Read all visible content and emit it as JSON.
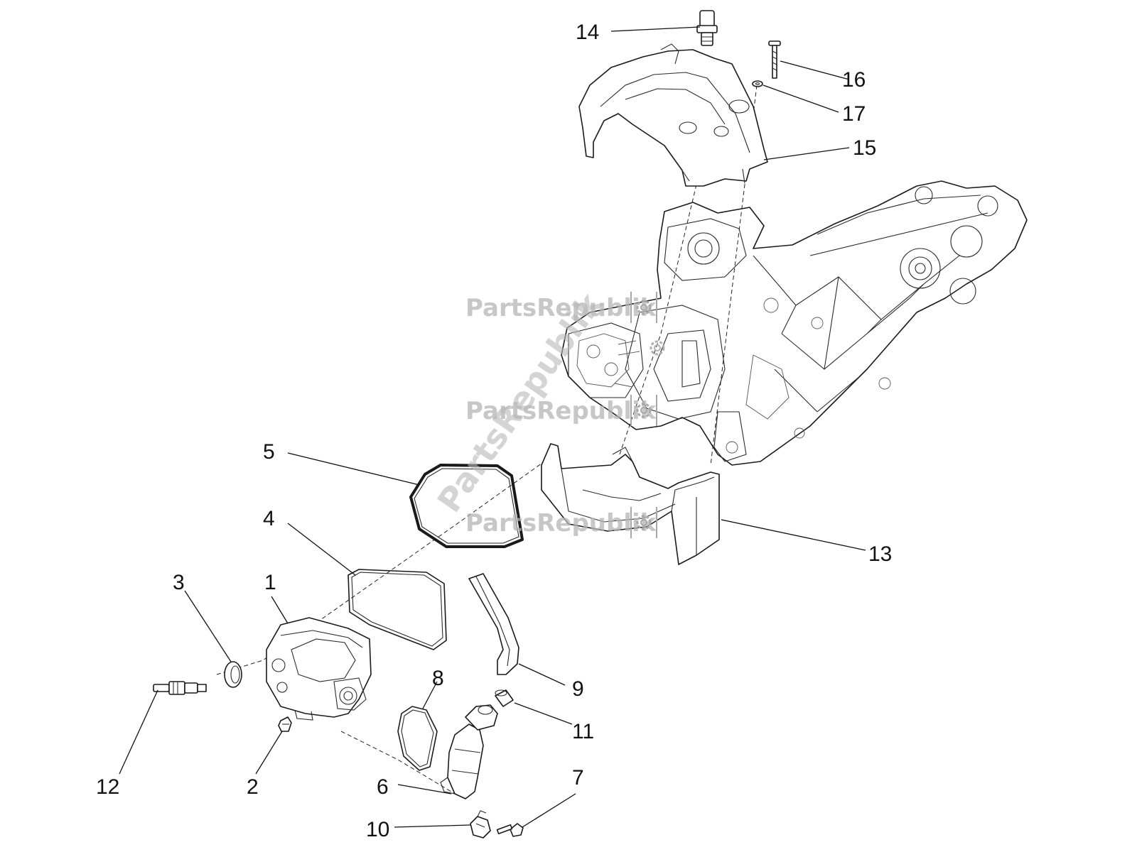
{
  "watermark": {
    "brand": "PartsRepublik",
    "diagonal": "PartsRepublik"
  },
  "callouts": [
    {
      "id": "c1",
      "label": "1"
    },
    {
      "id": "c2",
      "label": "2"
    },
    {
      "id": "c3",
      "label": "3"
    },
    {
      "id": "c4",
      "label": "4"
    },
    {
      "id": "c5",
      "label": "5"
    },
    {
      "id": "c6",
      "label": "6"
    },
    {
      "id": "c7",
      "label": "7"
    },
    {
      "id": "c8",
      "label": "8"
    },
    {
      "id": "c9",
      "label": "9"
    },
    {
      "id": "c10",
      "label": "10"
    },
    {
      "id": "c11",
      "label": "11"
    },
    {
      "id": "c12",
      "label": "12"
    },
    {
      "id": "c13",
      "label": "13"
    },
    {
      "id": "c14",
      "label": "14"
    },
    {
      "id": "c15",
      "label": "15"
    },
    {
      "id": "c16",
      "label": "16"
    },
    {
      "id": "c17",
      "label": "17"
    }
  ],
  "colors": {
    "line": "#1a1a1a",
    "watermark": "#b5b5b5",
    "watermark_gear": "#a8a8a8"
  }
}
